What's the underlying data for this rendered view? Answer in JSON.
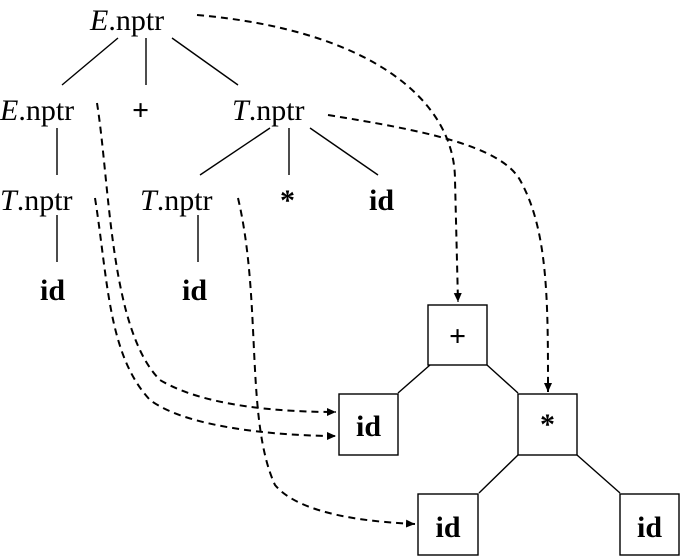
{
  "parse_tree": {
    "root": {
      "var": "E",
      "attr": ".nptr"
    },
    "level1": {
      "left": {
        "var": "E",
        "attr": ".nptr"
      },
      "plus": "+",
      "right": {
        "var": "T",
        "attr": ".nptr"
      }
    },
    "level2": {
      "left": {
        "var": "T",
        "attr": ".nptr"
      },
      "mid": {
        "var": "T",
        "attr": ".nptr"
      },
      "star": "*",
      "id": "id"
    },
    "level3": {
      "left_id": "id",
      "mid_id": "id"
    }
  },
  "syntax_tree": {
    "plus": "+",
    "star": "*",
    "id_a": "id",
    "id_b": "id",
    "id_c": "id"
  }
}
